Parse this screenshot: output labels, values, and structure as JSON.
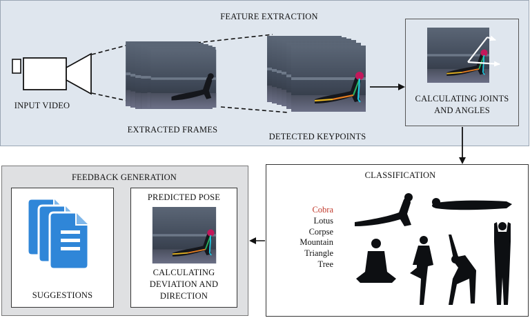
{
  "feature_extraction": {
    "title": "FEATURE EXTRACTION"
  },
  "input_video": {
    "label": "INPUT VIDEO"
  },
  "extracted_frames": {
    "label": "EXTRACTED FRAMES"
  },
  "detected_keypoints": {
    "label": "DETECTED KEYPOINTS"
  },
  "joints_angles": {
    "line1": "CALCULATING JOINTS",
    "line2": "AND ANGLES"
  },
  "classification": {
    "title": "CLASSIFICATION",
    "poses": [
      {
        "name": "Cobra",
        "color": "#c0392b"
      },
      {
        "name": "Lotus",
        "color": "#111111"
      },
      {
        "name": "Corpse",
        "color": "#111111"
      },
      {
        "name": "Mountain",
        "color": "#111111"
      },
      {
        "name": "Triangle",
        "color": "#111111"
      },
      {
        "name": "Tree",
        "color": "#111111"
      }
    ]
  },
  "feedback": {
    "title": "FEEDBACK GENERATION",
    "suggestions": "SUGGESTIONS",
    "predicted_pose": "PREDICTED POSE",
    "deviation_line1": "CALCULATING",
    "deviation_line2": "DEVIATION AND",
    "deviation_line3": "DIRECTION"
  },
  "colors": {
    "panel": "#dfe6ee",
    "doc_icon": "#2f86d8",
    "photo_bg": "#3d4654",
    "skeleton_green": "#27ae60",
    "skeleton_orange": "#e67e22",
    "skeleton_cyan": "#1ec8e0",
    "head_marker": "#c2185b"
  }
}
